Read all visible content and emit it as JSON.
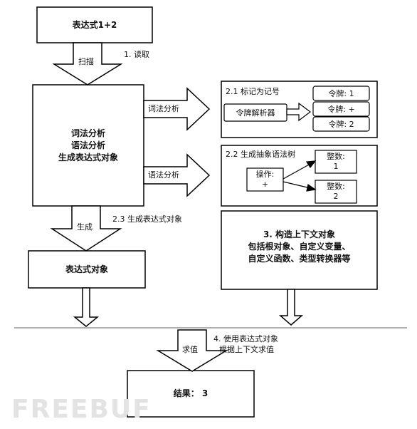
{
  "nodes": {
    "expression": "表达式1+2",
    "central": [
      "词法分析",
      "语法分析",
      "生成表达式对象"
    ],
    "expression_object": "表达式对象",
    "result": "结果： 3",
    "token_parser": "令牌解析器",
    "tokens": [
      "令牌: 1",
      "令牌: +",
      "令牌: 2"
    ],
    "operation": [
      "操作:",
      "+"
    ],
    "integers": [
      [
        "整数:",
        "1"
      ],
      [
        "整数:",
        "2"
      ]
    ],
    "context": [
      "3. 构造上下文对象",
      "包括根对象、自定义变量、",
      "自定义函数、类型转换器等"
    ]
  },
  "steps": {
    "read": "1. 读取",
    "tokens_title": "2.1 标记为记号",
    "ast_title": "2.2 生成抽象语法树",
    "gen_expr": "2.3 生成表达式对象",
    "evaluate": [
      "4. 使用表达式对象",
      "根据上下文求值"
    ]
  },
  "arrow_labels": {
    "scan": "扫描",
    "lexical": "词法分析",
    "syntax": "语法分析",
    "generate": "生成",
    "evaluate": "求值"
  },
  "watermark": "FREEBUF",
  "colors": {
    "stroke": "#000000",
    "divider": "#808080",
    "watermark": "#e3e3e3"
  }
}
